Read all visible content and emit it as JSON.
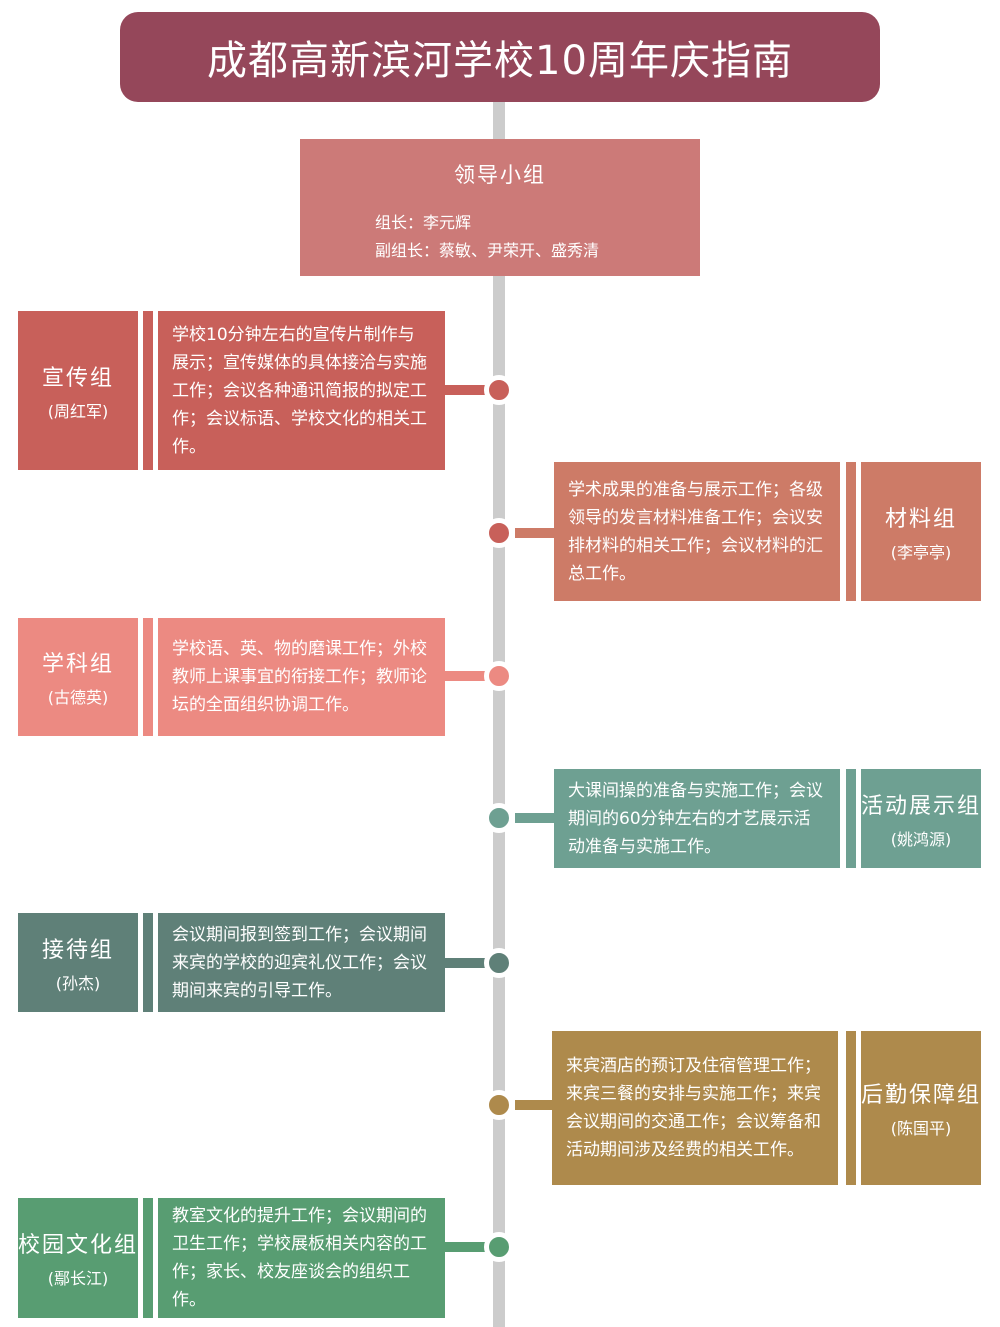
{
  "title": "成都高新滨河学校10周年庆指南",
  "leader": {
    "title": "领导小组",
    "head": "组长：李元辉",
    "deputies": "副组长：蔡敏、尹荣开、盛秀清",
    "color": "#cc7a78"
  },
  "colors": {
    "title_bg": "#95475a",
    "spine": "#cccccc"
  },
  "groups": [
    {
      "name": "宣传组",
      "person": "(周红军)",
      "side": "left",
      "color": "#c8605a",
      "dot_color": "#c8605a",
      "desc": "学校10分钟左右的宣传片制作与展示；宣传媒体的具体接洽与实施工作；会议各种通讯简报的拟定工作；会议标语、学校文化的相关工作。"
    },
    {
      "name": "材料组",
      "person": "(李亭亭)",
      "side": "right",
      "color": "#cd7b67",
      "dot_color": "#c8605a",
      "desc": "学术成果的准备与展示工作；各级领导的发言材料准备工作；会议安排材料的相关工作；会议材料的汇总工作。"
    },
    {
      "name": "学科组",
      "person": "(古德英)",
      "side": "left",
      "color": "#ec8a82",
      "dot_color": "#ec8a82",
      "desc": "学校语、英、物的磨课工作；外校教师上课事宜的衔接工作；教师论坛的全面组织协调工作。"
    },
    {
      "name": "活动展示组",
      "person": "(姚鸿源)",
      "side": "right",
      "color": "#6ea092",
      "dot_color": "#6ea092",
      "desc": "大课间操的准备与实施工作；会议期间的60分钟左右的才艺展示活动准备与实施工作。"
    },
    {
      "name": "接待组",
      "person": "(孙杰)",
      "side": "left",
      "color": "#5f8078",
      "dot_color": "#5f8078",
      "desc": "会议期间报到签到工作；会议期间来宾的学校的迎宾礼仪工作；会议期间来宾的引导工作。"
    },
    {
      "name": "后勤保障组",
      "person": "(陈国平)",
      "side": "right",
      "color": "#ae8a4c",
      "dot_color": "#ae8a4c",
      "desc": "来宾酒店的预订及住宿管理工作；来宾三餐的安排与实施工作；来宾会议期间的交通工作；会议筹备和活动期间涉及经费的相关工作。"
    },
    {
      "name": "校园文化组",
      "person": "(鄢长江)",
      "side": "left",
      "color": "#589d72",
      "dot_color": "#589d72",
      "desc": "教室文化的提升工作；会议期间的卫生工作；学校展板相关内容的工作；家长、校友座谈会的组织工作。"
    }
  ]
}
